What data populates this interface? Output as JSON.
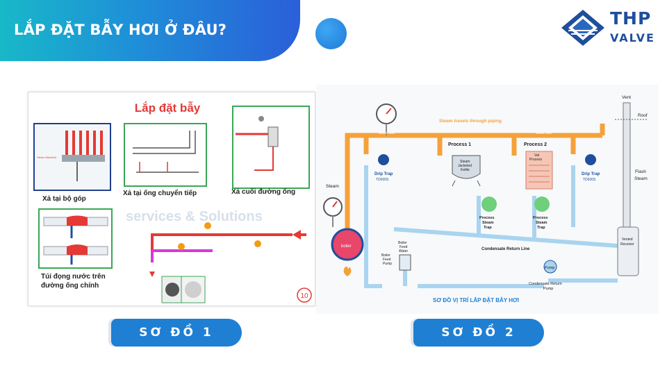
{
  "header": {
    "title": "LẮP ĐẶT BẪY HƠI Ở ĐÂU?"
  },
  "logo": {
    "line1": "THP",
    "line2": "VALVE"
  },
  "diagram1": {
    "heading": "Lắp đặt bẫy",
    "labels": {
      "manifold": "Xả tại bộ góp",
      "transition": "Xả tại ống chuyển tiếp",
      "pipe_end": "Xả cuối đường ống",
      "pocket_line1": "Túi đọng nước trên",
      "pocket_line2": "đường ống chính",
      "page_no": "10",
      "watermark": "services & Solutions",
      "small_manifold": "Steam Manifold"
    },
    "caption": "SƠ ĐỒ 1"
  },
  "diagram2": {
    "labels": {
      "steam_travels": "Steam travels through piping",
      "steam_main_1": "steam main",
      "steam_main_2": "steam main",
      "process1": "Process 1",
      "process2": "Process 2",
      "kettle": [
        "Steam",
        "Jacketed",
        "Kettle"
      ],
      "vat": [
        "Vat",
        "Process"
      ],
      "drip_trap_left": [
        "Drip Trap",
        "TD600S"
      ],
      "drip_trap_right": [
        "Drip Trap",
        "TD600S"
      ],
      "steam": "Steam",
      "boiler": "boiler",
      "process_trap_1": [
        "Process",
        "Steam",
        "Trap"
      ],
      "process_trap_2": [
        "Process",
        "Steam",
        "Trap"
      ],
      "boiler_feed_water": [
        "Boiler",
        "Feed",
        "Water"
      ],
      "boiler_feed_pump": [
        "Boiler",
        "Feed",
        "Pump"
      ],
      "condensate_return_line": "Condensate Return Line",
      "pump": "Pump",
      "condensate_return_pump": [
        "Condensate Return",
        "Pump"
      ],
      "vent": "Vent",
      "roof": "Roof",
      "flash_steam": [
        "Flash",
        "Steam"
      ],
      "vented_receiver": [
        "Vented",
        "Receiver"
      ],
      "footer": "SƠ ĐỒ VỊ TRÍ LẮP ĐẶT BẪY HƠI"
    },
    "caption": "SƠ ĐỒ 2"
  },
  "colors": {
    "banner_start": "#18b8c8",
    "banner_end": "#2a5fd9",
    "caption_bg": "#1f7fd3",
    "steam_pipe": "#f5a13a",
    "condensate_pipe": "#a9d4ef",
    "heading_red": "#e53935",
    "logo_blue": "#1f4e9c"
  }
}
